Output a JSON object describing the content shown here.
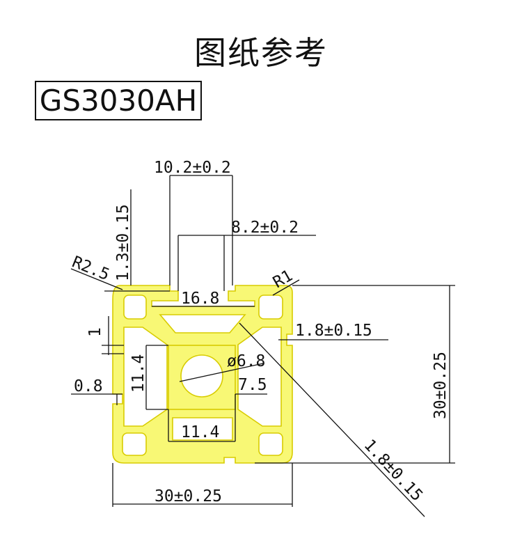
{
  "header": {
    "title": "图纸参考",
    "model": "GS3030AH"
  },
  "drawing": {
    "dims": {
      "slot_outer": "10.2±0.2",
      "slot_inner": "8.2±0.2",
      "lip_thickness": "1.3±0.15",
      "corner_radius_outer": "R2.5",
      "corner_radius_inner": "R1",
      "slot_depth": "16.8",
      "wall_right": "1.8±0.15",
      "gap_small": "1",
      "core_height": "11.4",
      "center_hole": "ø6.8",
      "offset_left": "0.8",
      "core_offset": "7.5",
      "core_width": "11.4",
      "height": "30±0.25",
      "width": "30±0.25",
      "diagonal_wall": "1.8±0.15"
    },
    "colors": {
      "profile_fill": "#f8f875",
      "profile_stroke": "#d8cc00",
      "ink": "#111111"
    }
  }
}
